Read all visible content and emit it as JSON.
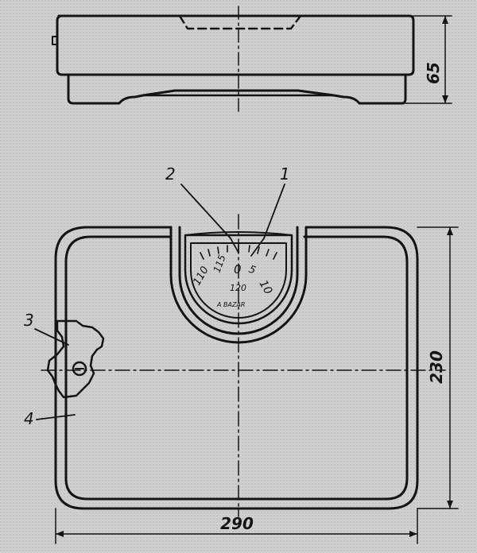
{
  "drawing": {
    "dimensions": {
      "side_height": "65",
      "plan_depth": "230",
      "plan_width": "290"
    },
    "callouts": {
      "c1": "1",
      "c2": "2",
      "c3": "3",
      "c4": "4"
    },
    "dial": {
      "left_numbers": "110",
      "left_numbers_2": "115",
      "zero": "0",
      "five": "5",
      "ten": "10",
      "bottom": "120",
      "brand": "A BAZAR"
    }
  },
  "colors": {
    "paper": "#cfcfcf",
    "ink": "#141414"
  }
}
